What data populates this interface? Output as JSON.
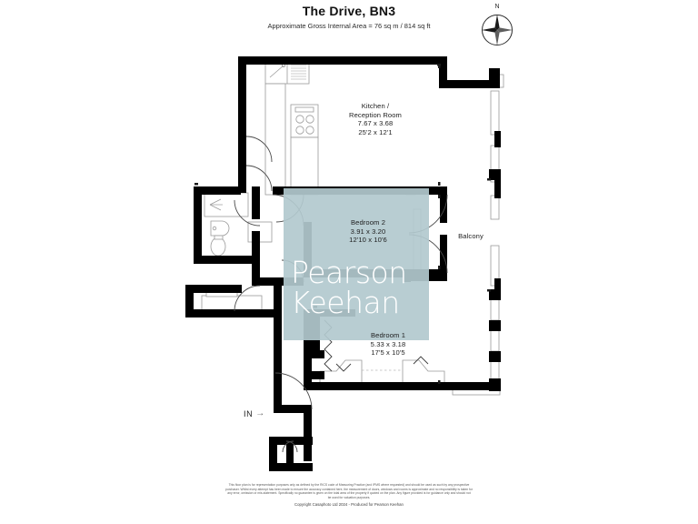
{
  "header": {
    "title": "The Drive, BN3",
    "subtitle": "Approximate Gross Internal Area = 76 sq m / 814 sq ft"
  },
  "compass": {
    "north_label": "N",
    "icon": "compass-rose-icon"
  },
  "plan": {
    "accent_watermark_color": "#b2c9ce",
    "wall_color": "#000000",
    "rooms": [
      {
        "key": "kitchen",
        "name": "Kitchen /\nReception Room",
        "name_line1": "Kitchen /",
        "name_line2": "Reception Room",
        "metric": "7.67 x 3.68",
        "imperial": "25'2 x 12'1"
      },
      {
        "key": "bedroom2",
        "name": "Bedroom 2",
        "metric": "3.91 x 3.20",
        "imperial": "12'10 x 10'6"
      },
      {
        "key": "bedroom1",
        "name": "Bedroom 1",
        "metric": "5.33 x 3.18",
        "imperial": "17'5 x 10'5"
      },
      {
        "key": "balcony",
        "name": "Balcony",
        "metric": "",
        "imperial": ""
      }
    ],
    "entrance": {
      "label": "IN",
      "arrow": "→"
    },
    "watermark": {
      "line1": "Pearson",
      "line2": "Keehan"
    }
  },
  "footer": {
    "disclaimer_lines": [
      "This floor plan is for representation purposes only as defined by the RICS code of Measuring Practice (and IPMS where requested) and should be used as such by any prospective",
      "purchaser. Whilst every attempt has been made to ensure the accuracy contained here, the measurement of doors, windows and rooms is approximate and no responsibility is taken for",
      "any error, omission or mis-statement. Specifically no guarantee is given on the total area of the property if quoted on the plan. Any figure provided is for guidance only and should not",
      "be used for valuation purposes."
    ],
    "copyright": "Copyright Casaphoto Ltd  2024 - Produced for Pearson Keehan"
  }
}
